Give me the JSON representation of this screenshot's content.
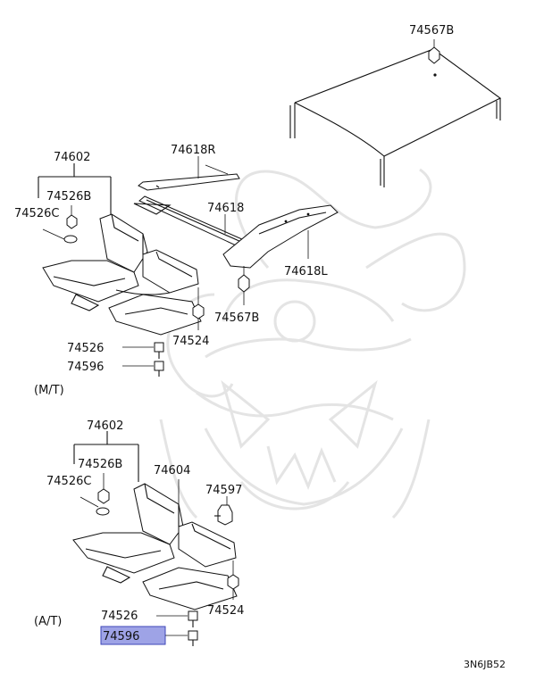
{
  "labels": {
    "top_74567B": "74567B",
    "mt_74602": "74602",
    "mt_74526B": "74526B",
    "mt_74526C": "74526C",
    "mt_74618R": "74618R",
    "mt_74618": "74618",
    "mt_74618L": "74618L",
    "mt_74567B": "74567B",
    "mt_74524": "74524",
    "mt_74526": "74526",
    "mt_74596": "74596",
    "mt_variant": "(M/T)",
    "at_74602": "74602",
    "at_74526B": "74526B",
    "at_74526C": "74526C",
    "at_74604": "74604",
    "at_74597": "74597",
    "at_74524": "74524",
    "at_74526": "74526",
    "at_74596": "74596",
    "at_variant": "(A/T)",
    "diagram_code": "3N6JB52"
  },
  "highlighted_part": "74596",
  "colors": {
    "highlight_fill": "#9ea3e6",
    "highlight_border": "#3f47b8",
    "watermark": "#e4e4e4",
    "line": "#111111"
  }
}
